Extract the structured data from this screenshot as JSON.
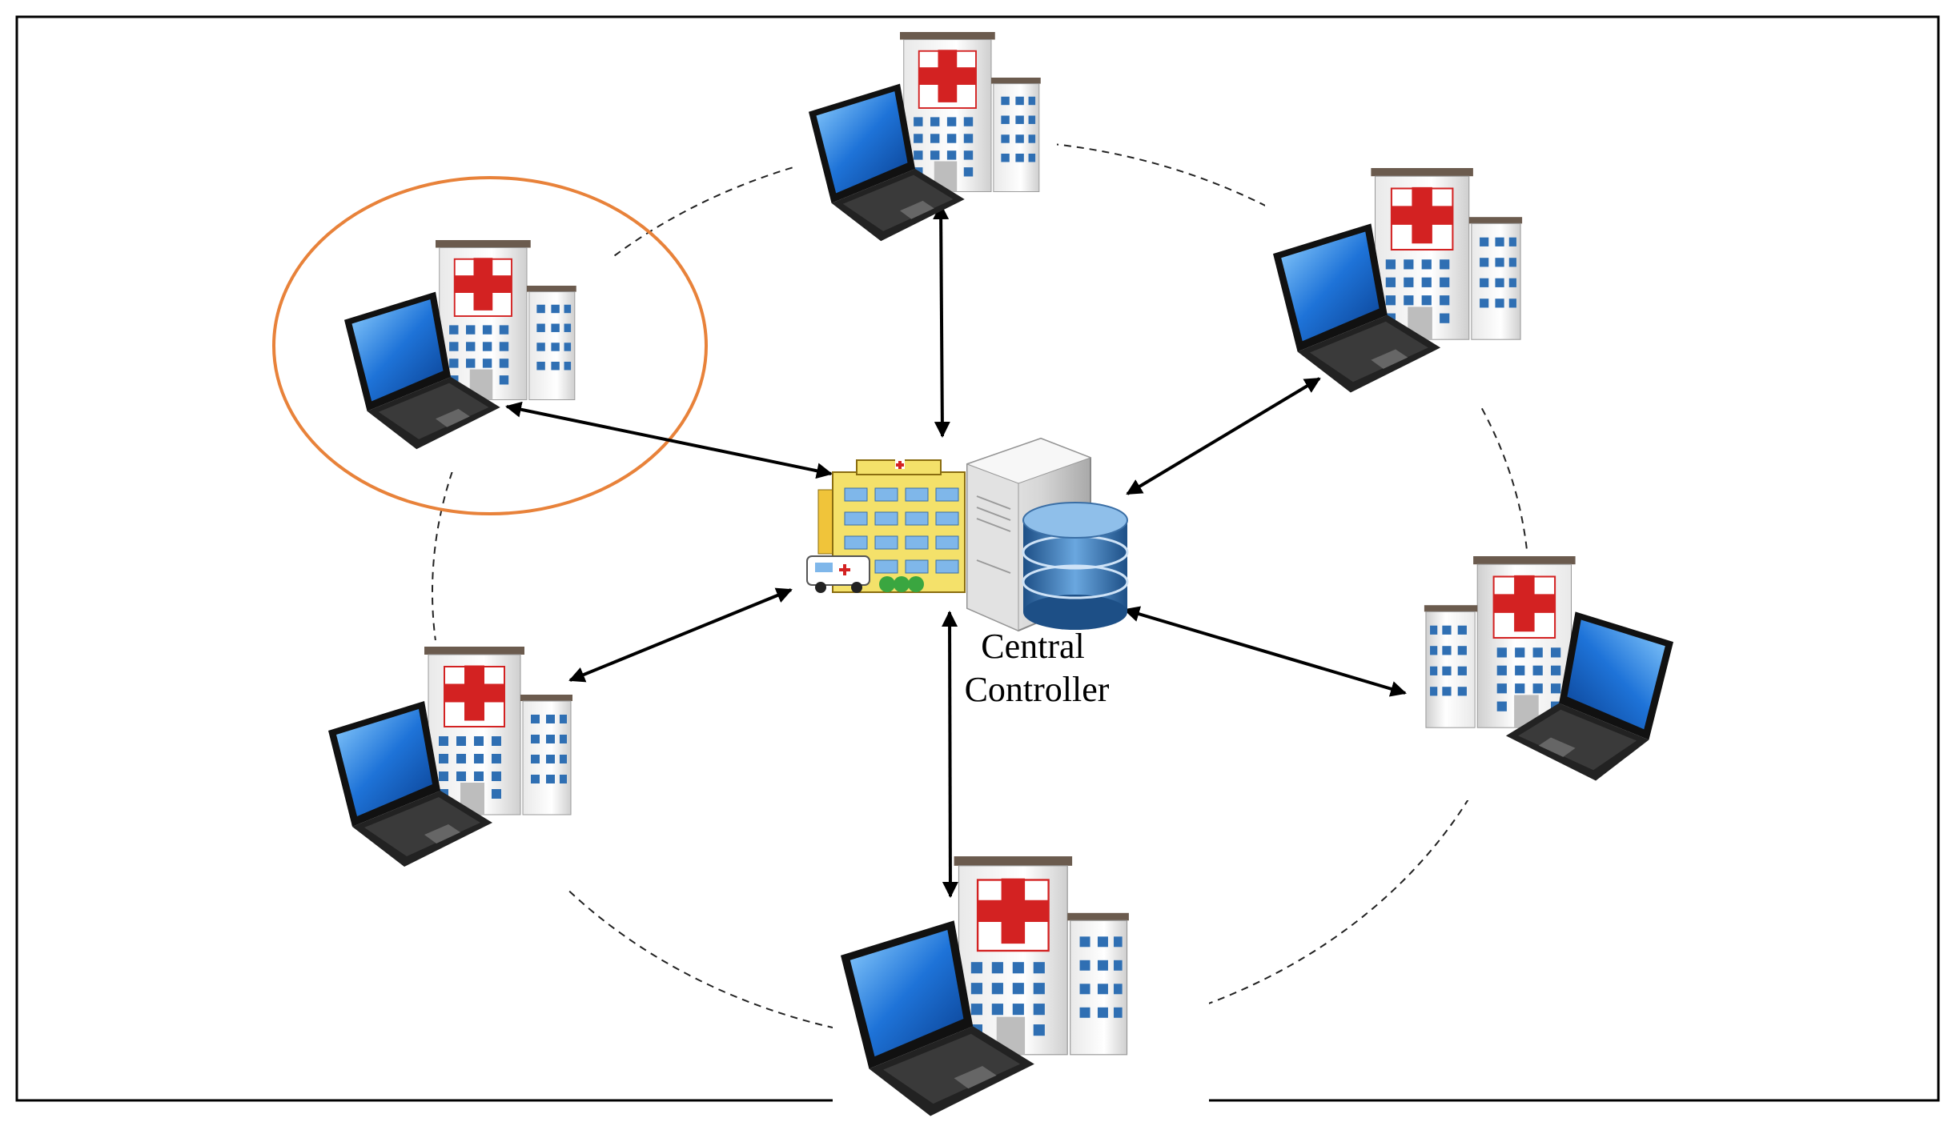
{
  "central_controller": {
    "label_line1": "Central",
    "label_line2": "Controller"
  },
  "nodes": [
    {
      "id": "top",
      "icon": "hospital-laptop-icon"
    },
    {
      "id": "upper-right",
      "icon": "hospital-laptop-icon"
    },
    {
      "id": "lower-right",
      "icon": "hospital-laptop-icon"
    },
    {
      "id": "bottom",
      "icon": "hospital-laptop-icon"
    },
    {
      "id": "lower-left",
      "icon": "hospital-laptop-icon"
    },
    {
      "id": "upper-left",
      "icon": "hospital-laptop-icon",
      "highlighted": true
    }
  ],
  "colors": {
    "highlight_ring": "#E8823A",
    "red_cross": "#D32222",
    "database": "#3E7FBF",
    "laptop_screen": "#1E73D8"
  }
}
